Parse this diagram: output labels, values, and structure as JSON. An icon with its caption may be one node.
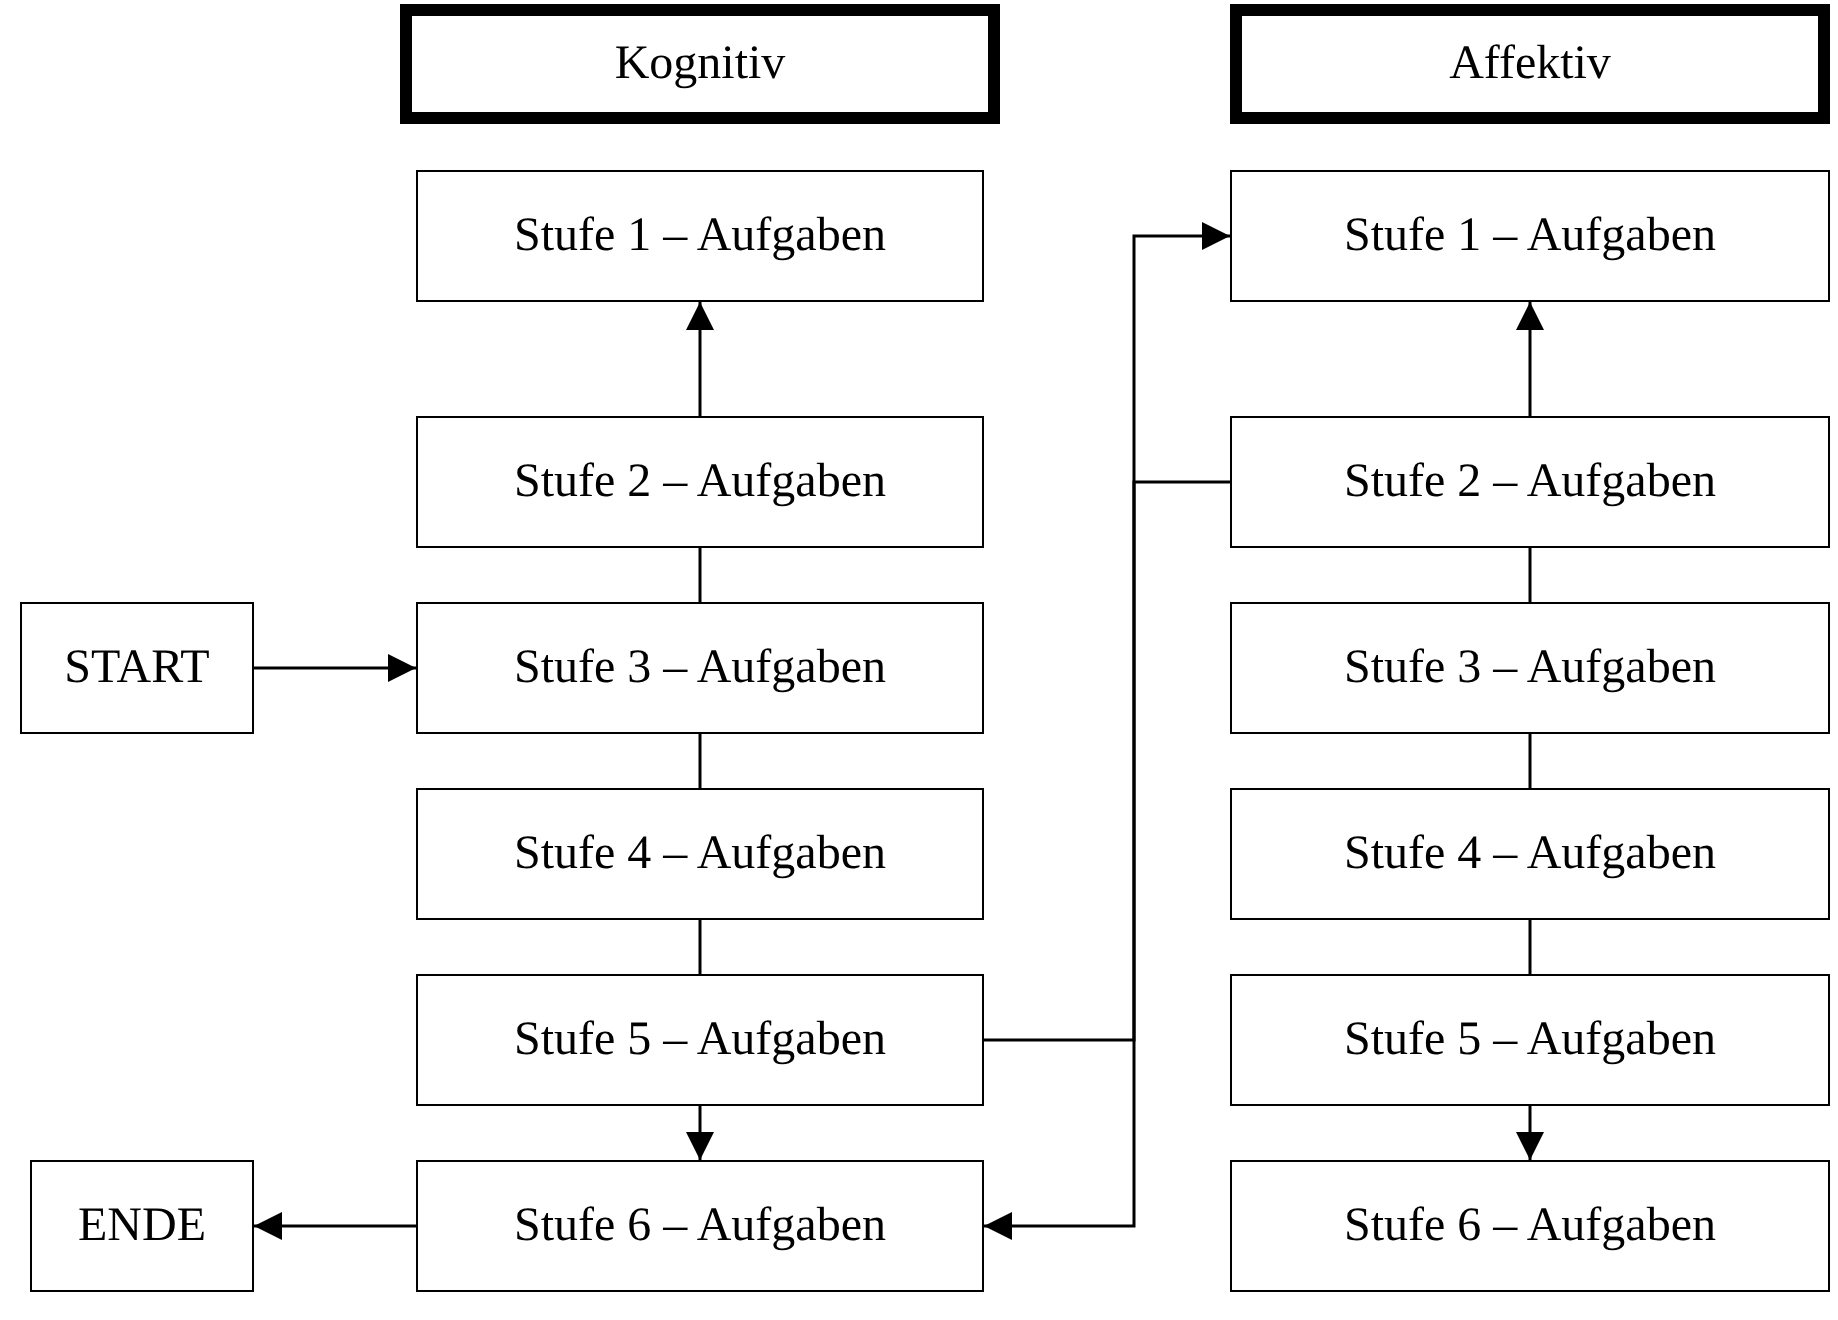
{
  "diagram": {
    "nodes": [
      {
        "text": [
          "Kognitiv"
        ]
      },
      {
        "text": [
          "Affektiv"
        ]
      },
      {
        "text": [
          "Stufe 1 – Aufgaben"
        ]
      },
      {
        "text": [
          "Stufe 1 – Aufgaben"
        ]
      },
      {
        "text": [
          "Stufe 2 – Aufgaben"
        ]
      },
      {
        "text": [
          "Stufe 2 – Aufgaben"
        ]
      },
      {
        "text": [
          "START"
        ]
      },
      {
        "text": [
          "Stufe 3 – Aufgaben"
        ]
      },
      {
        "text": [
          "Stufe 3 – Aufgaben"
        ]
      },
      {
        "text": [
          "Stufe 4 – Aufgaben"
        ]
      },
      {
        "text": [
          "Stufe 4 – Aufgaben"
        ]
      },
      {
        "text": [
          "Stufe 5 – Aufgaben"
        ]
      },
      {
        "text": [
          "Stufe 5 – Aufgaben"
        ]
      },
      {
        "text": [
          "ENDE"
        ]
      },
      {
        "text": [
          "Stufe 6 – Aufgaben"
        ]
      },
      {
        "text": [
          "Stufe 6 – Aufgaben"
        ]
      }
    ],
    "edges": [
      {
        "from": 4,
        "to": 2,
        "arrow": "to"
      },
      {
        "from": 4,
        "to": 7,
        "arrow": "none"
      },
      {
        "from": 7,
        "to": 9,
        "arrow": "none"
      },
      {
        "from": 9,
        "to": 11,
        "arrow": "none"
      },
      {
        "from": 11,
        "to": 14,
        "arrow": "to"
      },
      {
        "from": 6,
        "to": 7,
        "arrow": "to"
      },
      {
        "from": 14,
        "to": 13,
        "arrow": "to"
      },
      {
        "from": 5,
        "to": 3,
        "arrow": "to"
      },
      {
        "from": 5,
        "to": 8,
        "arrow": "none"
      },
      {
        "from": 8,
        "to": 10,
        "arrow": "none"
      },
      {
        "from": 10,
        "to": 12,
        "arrow": "none"
      },
      {
        "from": 12,
        "to": 15,
        "arrow": "to"
      },
      {
        "from": 11,
        "to": 3,
        "arrow": "to"
      },
      {
        "from": 5,
        "to": 14,
        "arrow": "to"
      }
    ]
  }
}
